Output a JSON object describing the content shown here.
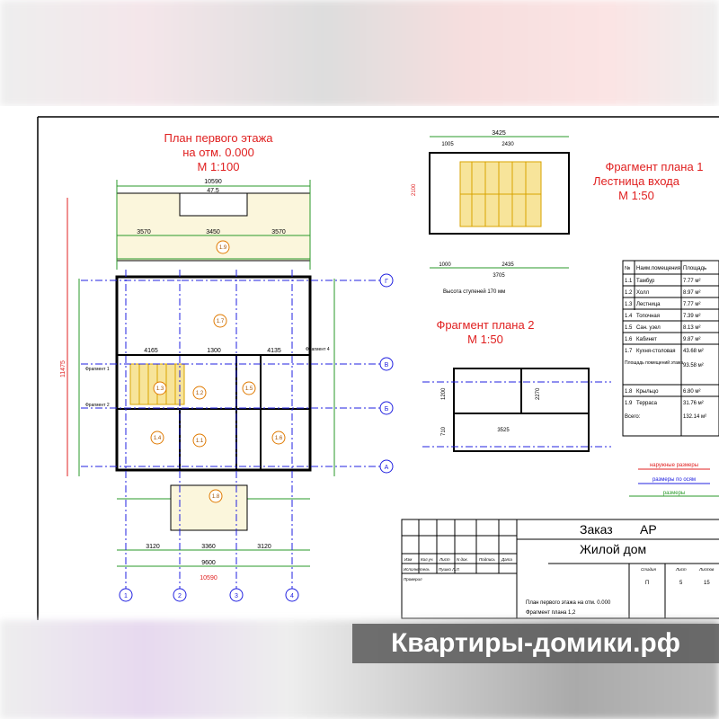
{
  "plan1": {
    "title1": "План первого этажа",
    "title2": "на отм. 0.000",
    "scale": "М 1:100"
  },
  "frag1": {
    "title1": "Фрагмент плана 1",
    "title2": "Лестница входа",
    "scale": "М 1:50",
    "note": "Высота ступеней 170 мм",
    "dims": [
      "3425",
      "1005",
      "2430",
      "2435",
      "3705",
      "1000",
      "2100"
    ]
  },
  "frag2": {
    "title1": "Фрагмент плана 2",
    "scale": "М 1:50",
    "dims": [
      "3525",
      "1200",
      "2270",
      "710"
    ]
  },
  "axes": {
    "cols": [
      "1",
      "2",
      "3",
      "4"
    ],
    "rows": [
      "Г",
      "В",
      "Б",
      "А"
    ]
  },
  "plan_dims": {
    "overall": "10590",
    "overall2": "47.5",
    "inner": "9600",
    "col_spacing": [
      "3120",
      "3360",
      "3120"
    ],
    "top": [
      "3570",
      "3450",
      "3570"
    ],
    "left": "11475",
    "mid": "4165",
    "mid2": "4135",
    "mid3": "1300"
  },
  "plan_labels": [
    "Фрагмент 1",
    "Фрагмент 2",
    "Фрагмент 4"
  ],
  "rooms": [
    "1.1",
    "1.2",
    "1.3",
    "1.4",
    "1.5",
    "1.6",
    "1.7",
    "1.8",
    "1.9"
  ],
  "room_table": {
    "headers": [
      "№",
      "Наим.помещения",
      "Площадь"
    ],
    "rows": [
      [
        "1.1",
        "Тамбур",
        "7.77 м²"
      ],
      [
        "1.2",
        "Холл",
        "8.97 м²"
      ],
      [
        "1.3",
        "Лестница",
        "7.77 м²"
      ],
      [
        "1.4",
        "Топочная",
        "7.39 м²"
      ],
      [
        "1.5",
        "Сан. узел",
        "8.13 м²"
      ],
      [
        "1.6",
        "Кабинет",
        "9.87 м²"
      ],
      [
        "1.7",
        "Кухня-столовая",
        "43.68 м²"
      ]
    ],
    "subtotal_label": "Площадь помещений этажа",
    "subtotal": "93.58 м²",
    "rows2": [
      [
        "1.8",
        "Крыльцо",
        "6.80 м²"
      ],
      [
        "1.9",
        "Терраса",
        "31.76 м²"
      ]
    ],
    "total_label": "Всего:",
    "total": "132.14 м²"
  },
  "legend": {
    "outer": "наружные размеры",
    "axes": "размеры по осям",
    "dims": "размеры",
    "colors": {
      "outer": "#e02020",
      "axes": "#2020e0",
      "dims": "#2a9a2a"
    }
  },
  "title_block": {
    "order": "Заказ",
    "code": "АР",
    "project": "Жилой дом",
    "cols": [
      "Изм",
      "Кол.уч.",
      "Лист",
      "N док.",
      "Подпись",
      "Дата"
    ],
    "executor": "Исполнитель",
    "executor_name": "Пушко Л.Л.",
    "checker": "Проверил",
    "stage_headers": [
      "Стадия",
      "Лист",
      "Листов"
    ],
    "stage_values": [
      "П",
      "5",
      "15"
    ],
    "sheet_desc1": "План первого этажа на отм. 0.000",
    "sheet_desc2": "Фрагмент плана 1,2"
  },
  "watermark": "Квартиры-домики.рф"
}
